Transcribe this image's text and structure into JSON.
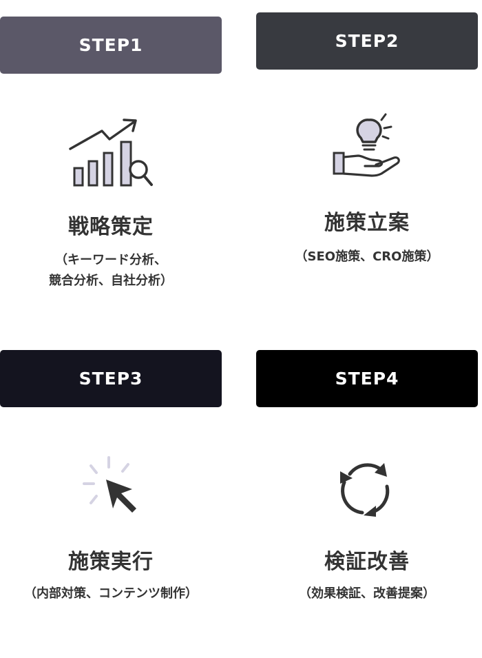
{
  "colors": {
    "step1": "#5b5868",
    "step2": "#383a40",
    "step3": "#14141f",
    "step4": "#000000",
    "icon_dark": "#333333",
    "icon_fill": "#d5d3e3",
    "arrow": "#9b9aaa"
  },
  "steps": [
    {
      "label": "STEP1",
      "title": "戦略策定",
      "subtitle_lines": [
        "（キーワード分析、",
        "競合分析、自社分析）"
      ],
      "icon": "chart-magnifier-icon"
    },
    {
      "label": "STEP2",
      "title": "施策立案",
      "subtitle_lines": [
        "（SEO施策、CRO施策）"
      ],
      "icon": "hand-lightbulb-icon"
    },
    {
      "label": "STEP3",
      "title": "施策実行",
      "subtitle_lines": [
        "（内部対策、コンテンツ制作）"
      ],
      "icon": "cursor-click-icon"
    },
    {
      "label": "STEP4",
      "title": "検証改善",
      "subtitle_lines": [
        "（効果検証、改善提案）"
      ],
      "icon": "refresh-cycle-icon"
    }
  ]
}
